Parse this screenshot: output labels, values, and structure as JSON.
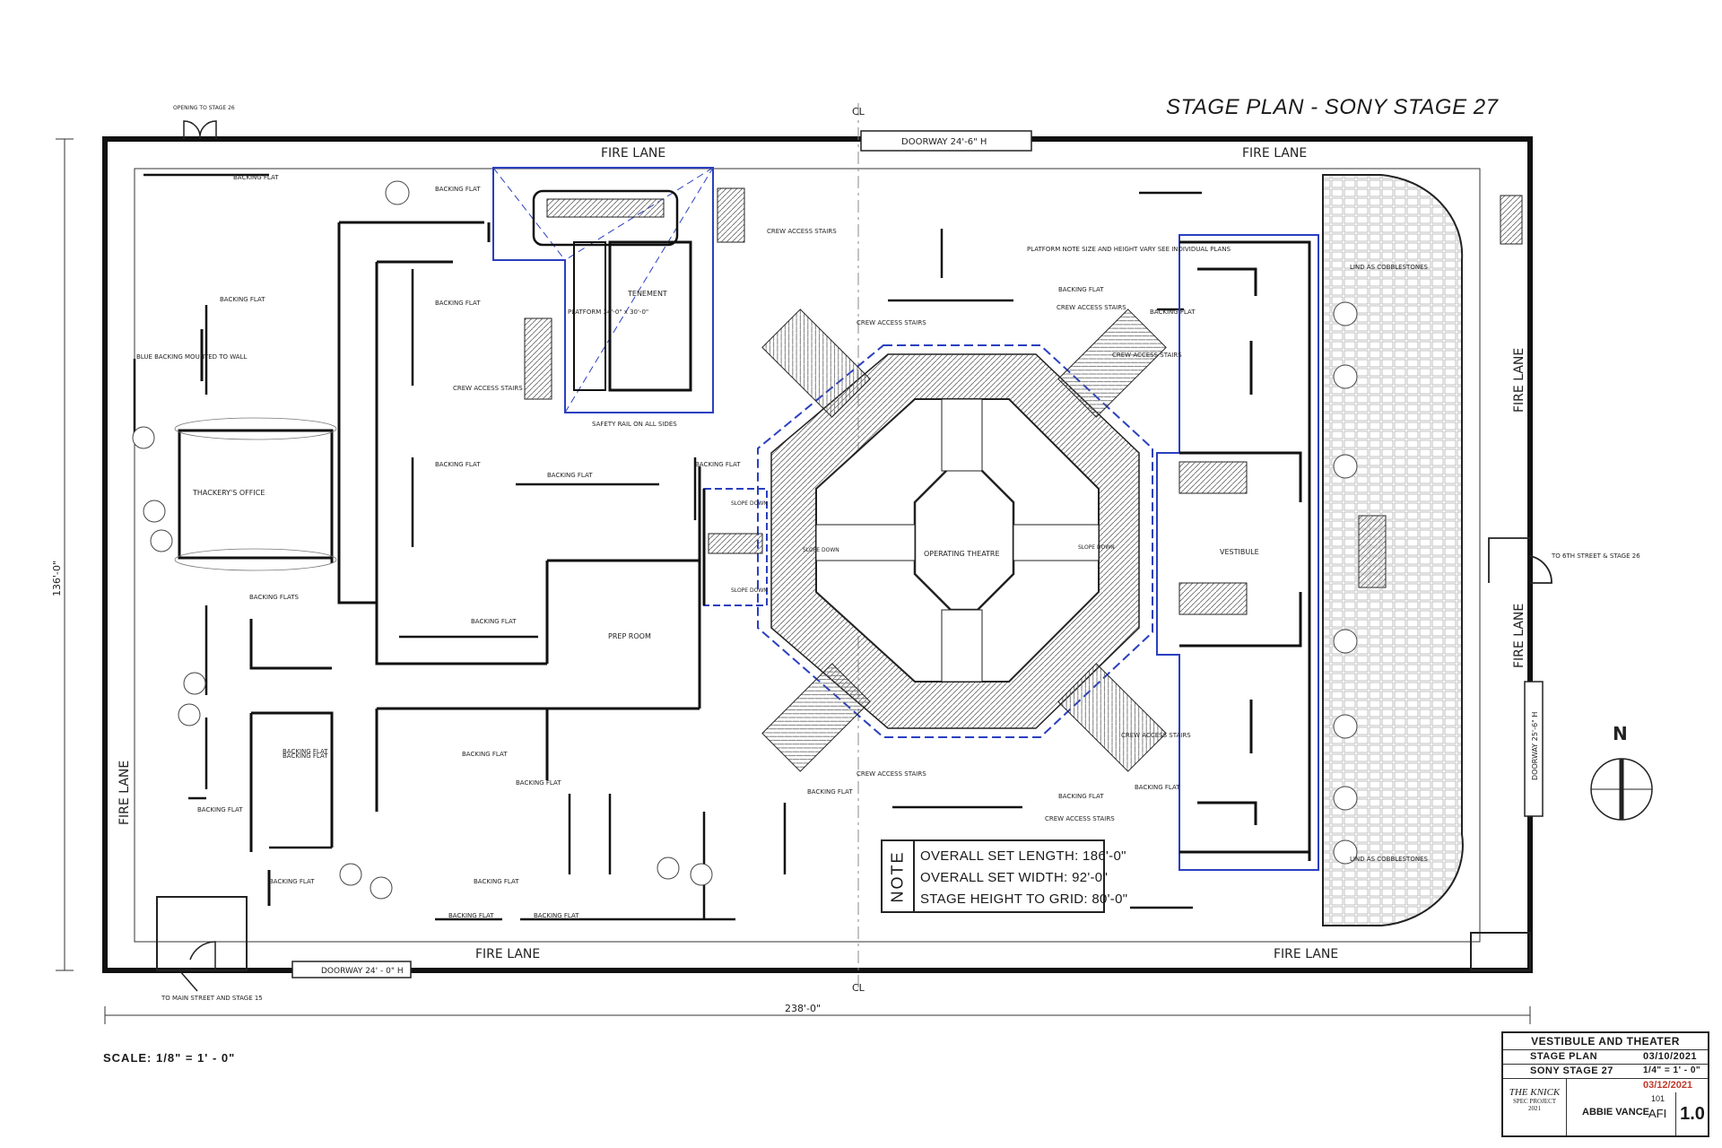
{
  "title": "STAGE PLAN - SONY STAGE 27",
  "scale": "SCALE: 1/8\" = 1' - 0\"",
  "note": {
    "label": "NOTE",
    "lines": [
      "OVERALL SET LENGTH: 186'-0\"",
      "OVERALL SET WIDTH: 92'-0\"",
      "STAGE HEIGHT TO GRID: 80'-0\""
    ]
  },
  "labels": {
    "fire_lane_top_left": "FIRE LANE",
    "fire_lane_top_right": "FIRE LANE",
    "fire_lane_bottom_left": "FIRE LANE",
    "fire_lane_bottom_right": "FIRE LANE",
    "fire_lane_left": "FIRE LANE",
    "fire_lane_right_top": "FIRE LANE",
    "fire_lane_right_bottom": "FIRE LANE",
    "doorway_top": "DOORWAY 24'-6\" H",
    "doorway_bottom": "DOORWAY 24' - 0\" H",
    "doorway_right": "DOORWAY 25'-6\" H",
    "opening_stage26": "OPENING TO STAGE 26",
    "to_main_street": "TO MAIN STREET AND STAGE 15",
    "to_6th_street": "TO 6TH STREET & STAGE 26",
    "width_dim": "238'-0\"",
    "height_dim": "136'-0\"",
    "operating_theatre": "OPERATING THEATRE",
    "vestibule": "VESTIBULE",
    "prep_room": "PREP ROOM",
    "thackerys_office": "THACKERY'S OFFICE",
    "tenement": "TENEMENT",
    "platform": "PLATFORM 34'-0\" x 30'-0\"",
    "safety_rail": "SAFETY RAIL ON ALL SIDES",
    "crew_stairs": "CREW ACCESS STAIRS",
    "backing_flat": "BACKING FLAT",
    "backing_flats": "BACKING FLATS",
    "blue_backing": "BLUE BACKING MOUNTED TO WALL",
    "platform_note": "PLATFORM NOTE SIZE AND HEIGHT VARY SEE INDIVIDUAL PLANS",
    "lind_cobblestones_top": "LIND AS COBBLESTONES",
    "lind_cobblestones_bottom": "LIND AS COBBLESTONES",
    "north": "N",
    "cl_top": "CL",
    "cl_bottom": "CL",
    "slope_down": "SLOPE DOWN"
  },
  "title_block": {
    "heading": "VESTIBULE AND THEATER",
    "drawing": "STAGE PLAN",
    "date": "03/10/2021",
    "location": "SONY STAGE 27",
    "scale": "1/4\" = 1' - 0\"",
    "revision": "03/12/2021",
    "logo_line1": "THE KNICK",
    "logo_line2": "SPEC PROJECT",
    "logo_line3": "2021",
    "drawn_by": "ABBIE VANCE",
    "sheet_set": "101",
    "org": "AFI",
    "sheet": "1.0"
  },
  "colors": {
    "line": "#222222",
    "blue": "#2a3fbf",
    "hatch": "#555555"
  }
}
